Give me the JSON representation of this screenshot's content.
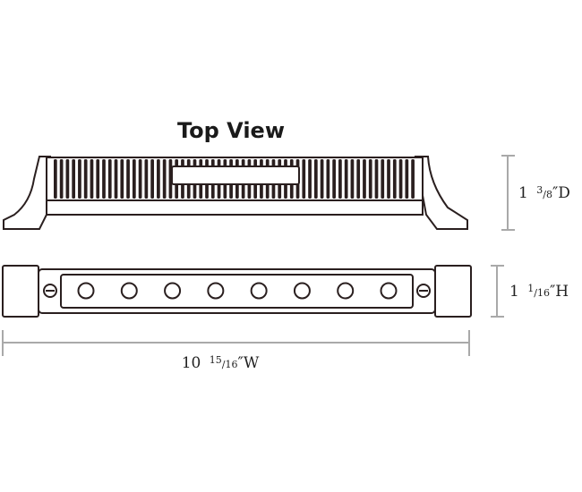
{
  "title": "Top View",
  "dimensions": {
    "depth": {
      "whole": "1",
      "frac_num": "3",
      "frac_den": "8",
      "unit": "″D"
    },
    "height": {
      "whole": "1",
      "frac_num": "1",
      "frac_den": "16",
      "unit": "″H"
    },
    "width": {
      "whole": "10",
      "frac_num": "15",
      "frac_den": "16",
      "unit": "″W"
    }
  },
  "fixture": {
    "led_count": 8,
    "fin_count": 60,
    "stroke_color": "#2a1f1f",
    "dimension_line_color": "#a9a9a9"
  }
}
